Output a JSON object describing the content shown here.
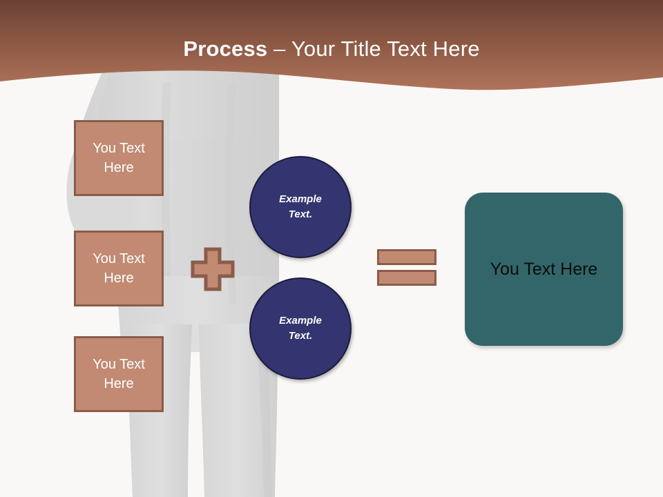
{
  "slide": {
    "background_color": "#faf8f6",
    "title": {
      "bold_part": "Process",
      "rest_part": " – Your Title Text Here",
      "full": "Process – Your Title Text Here",
      "color": "#ffffff"
    },
    "banner": {
      "gradient_top_color": "#6d4538",
      "gradient_bottom_color": "#ab6f55"
    },
    "background_image": {
      "description": "businessman-silhouette",
      "color": "#d8d8d8"
    }
  },
  "inputs": {
    "boxes": [
      {
        "label": "You Text Here"
      },
      {
        "label": "You Text Here"
      },
      {
        "label": "You Text Here"
      }
    ],
    "fill_color": "#c28a73",
    "border_color": "#8a5c49",
    "text_color": "#ffffff"
  },
  "operators": {
    "plus": {
      "symbol": "+",
      "fill_color": "#c28a73",
      "border_color": "#8a5c49"
    },
    "equals": {
      "symbol": "=",
      "fill_color": "#c28a73",
      "border_color": "#8a5c49"
    }
  },
  "circles": {
    "fill_color": "#343470",
    "text_color": "#ffffff",
    "items": [
      {
        "line1": "Example",
        "line2": "Text."
      },
      {
        "line1": "Example",
        "line2": "Text."
      }
    ]
  },
  "result": {
    "label": "You Text Here",
    "fill_color": "#32666a",
    "text_color": "#0b0b0b"
  }
}
